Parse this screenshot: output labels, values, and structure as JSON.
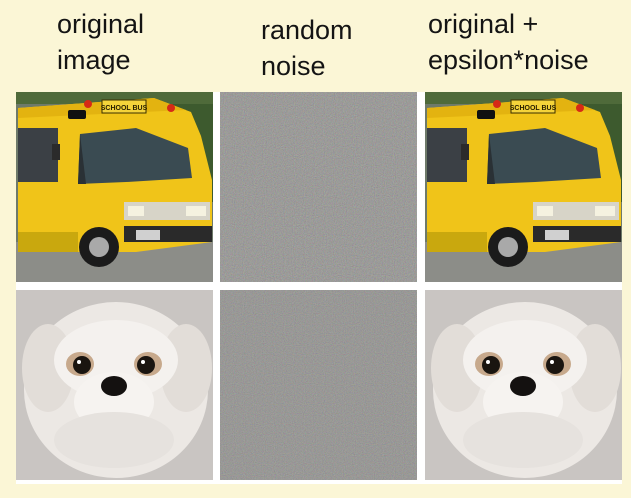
{
  "columns": [
    {
      "line1": "original",
      "line2": "image"
    },
    {
      "line1": "random",
      "line2": "noise"
    },
    {
      "line1": "original +",
      "line2": "epsilon*noise"
    }
  ],
  "rows": [
    {
      "subject": "school-bus"
    },
    {
      "subject": "white-dog"
    }
  ],
  "bus_sign_text": "SCHOOL BUS",
  "colors": {
    "background": "#fbf6d6",
    "bus_yellow": "#f0c419",
    "noise_gray": "#8c8a87",
    "dog_fur": "#eeeae6"
  }
}
